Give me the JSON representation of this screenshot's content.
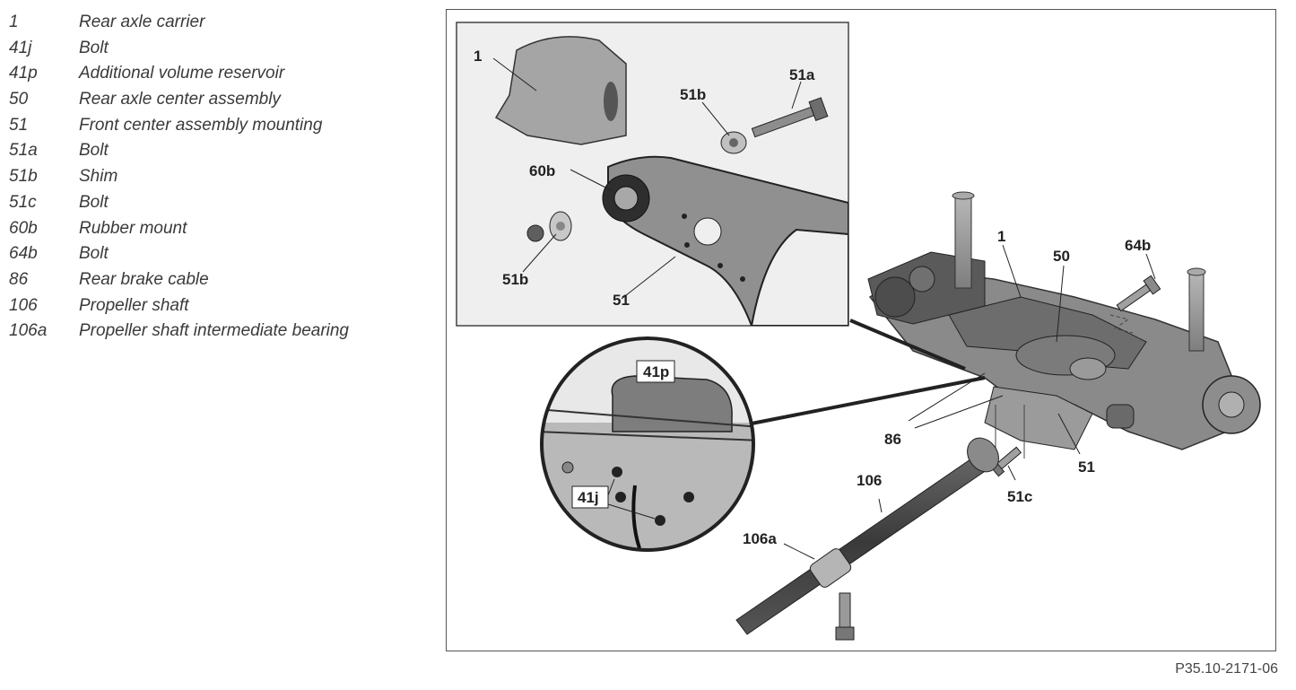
{
  "legend": [
    {
      "code": "1",
      "text": "Rear axle carrier"
    },
    {
      "code": "41j",
      "text": "Bolt"
    },
    {
      "code": "41p",
      "text": "Additional volume reservoir"
    },
    {
      "code": "50",
      "text": "Rear axle center assembly"
    },
    {
      "code": "51",
      "text": "Front center assembly mounting"
    },
    {
      "code": "51a",
      "text": "Bolt"
    },
    {
      "code": "51b",
      "text": "Shim"
    },
    {
      "code": "51c",
      "text": "Bolt"
    },
    {
      "code": "60b",
      "text": "Rubber mount"
    },
    {
      "code": "64b",
      "text": "Bolt"
    },
    {
      "code": "86",
      "text": "Rear brake cable"
    },
    {
      "code": "106",
      "text": "Propeller shaft"
    },
    {
      "code": "106a",
      "text": "Propeller shaft intermediate bearing"
    }
  ],
  "callouts": {
    "inset_1": "1",
    "inset_51b_top": "51b",
    "inset_51a": "51a",
    "inset_60b": "60b",
    "inset_51b_left": "51b",
    "inset_51": "51",
    "detail_41p": "41p",
    "detail_41j": "41j",
    "main_1": "1",
    "main_50": "50",
    "main_64b": "64b",
    "main_86": "86",
    "main_51": "51",
    "main_106": "106",
    "main_51c": "51c",
    "main_106a": "106a"
  },
  "figure_ref": "P35.10-2171-06"
}
